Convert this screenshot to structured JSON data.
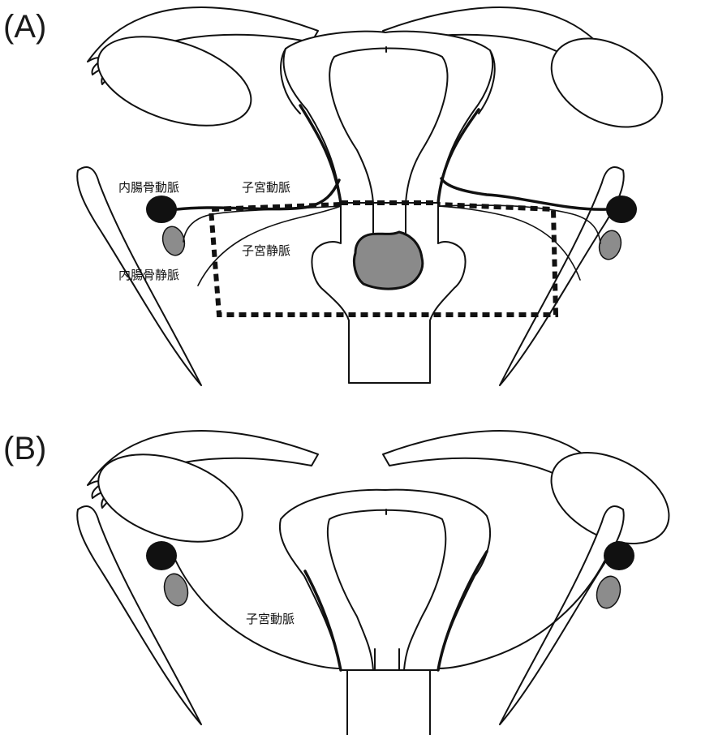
{
  "panels": {
    "a": {
      "label": "(A)",
      "labels": {
        "internal_iliac_artery": "内腸骨動脈",
        "uterine_artery": "子宮動脈",
        "uterine_vein": "子宮静脈",
        "internal_iliac_vein": "内腸骨静脈"
      }
    },
    "b": {
      "label": "(B)",
      "labels": {
        "uterine_artery": "子宮動脈"
      }
    }
  },
  "colors": {
    "outline": "#111111",
    "artery": "#111111",
    "vein": "#8c8c8c",
    "tumor": "#8a8a8a"
  }
}
